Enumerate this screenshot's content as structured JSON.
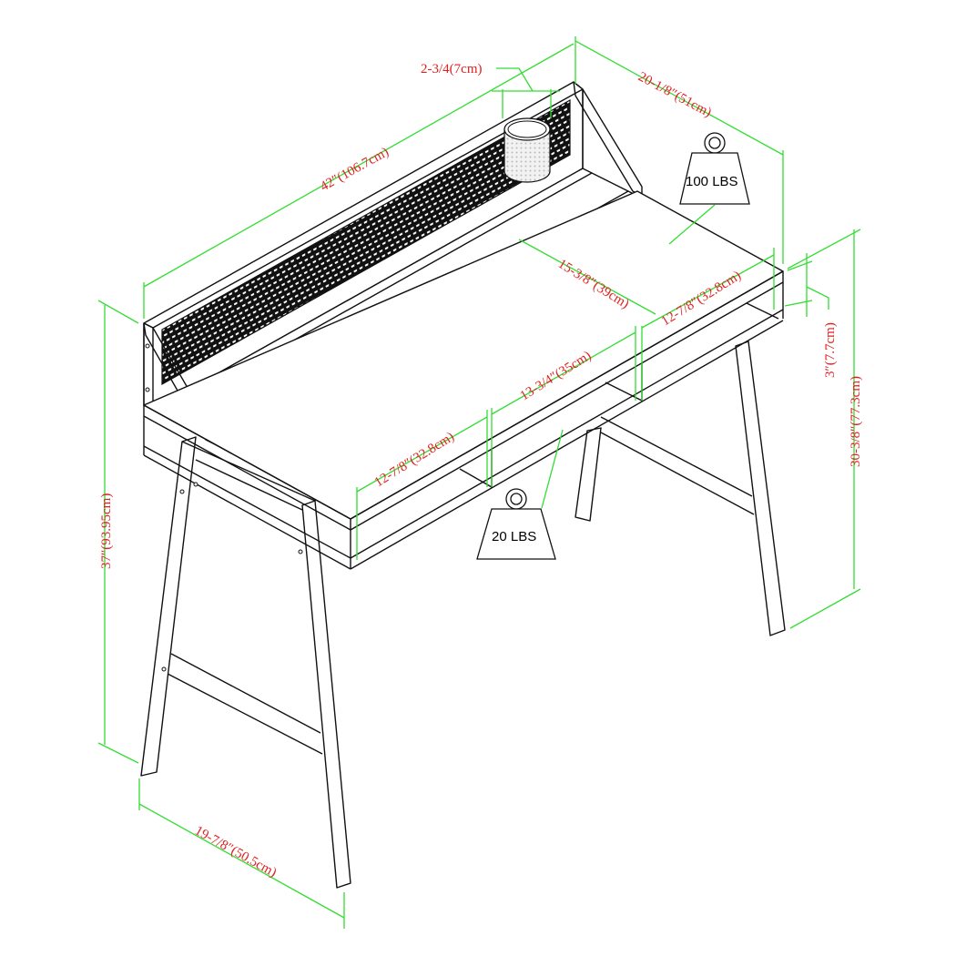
{
  "diagram": {
    "type": "isometric product dimension drawing",
    "subject": "Writing desk with mesh-panel hutch shelf and open storage cubbies",
    "colors": {
      "outline": "#111111",
      "dimension_lines": "#33dd33",
      "dimension_text": "#e02020",
      "background": "#ffffff"
    },
    "dimensions": {
      "overall_width": "42″(106.7cm)",
      "overall_depth_top": "20-1/8″(51cm)",
      "cup_holder": "2-3/4(7cm)",
      "desktop_depth": "15-3/8″(39cm)",
      "cubby_right": "12-7/8″(32.8cm)",
      "cubby_center": "13-3/4″(35cm)",
      "cubby_left": "12-7/8″(32.8cm)",
      "cubby_height": "3″(7.7cm)",
      "desk_height": "30-3/8″(77.3cm)",
      "overall_height": "37″(93.95cm)",
      "leg_depth": "19-7/8″(50.5cm)"
    },
    "weight_capacity": {
      "desktop": "100 LBS",
      "cubby": "20 LBS"
    }
  }
}
